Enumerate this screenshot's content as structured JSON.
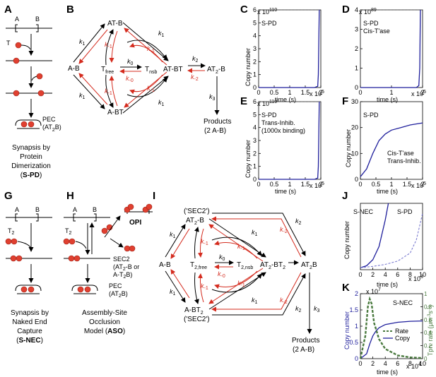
{
  "panels": [
    "A",
    "B",
    "C",
    "D",
    "E",
    "F",
    "G",
    "H",
    "I",
    "J",
    "K"
  ],
  "panelA": {
    "site_a": "A",
    "site_b": "B",
    "t_label": "T",
    "pec": "PEC",
    "pec_sub": "(AT",
    "pec_sub2": "B)",
    "caption1": "Synapsis by",
    "caption2": "Protein",
    "caption3": "Dimerization",
    "caption4_open": "(",
    "caption4_bold": "S-PD",
    "caption4_close": ")"
  },
  "panelB": {
    "nodes": {
      "AB": "A-B",
      "ATB": "AT-B",
      "ABT": "A-BT",
      "Tfree": "T",
      "Tfree_sub": "free",
      "Tnsb": "T",
      "Tnsb_sub": "nsb",
      "ATBT": "AT-BT",
      "AT2B": "AT",
      "AT2B_sub": "2",
      "AT2B_end": "-B",
      "products1": "Products",
      "products2": "(2 A-B)"
    },
    "rates": {
      "k1": "k",
      "k1_sub": "1",
      "km1_sub": "-1",
      "k0_sub": "0",
      "km0_sub": "-0",
      "k2_sub": "2",
      "km2_sub": "-2",
      "k3_sub": "3"
    }
  },
  "panelC": {
    "exp_label": "x 10",
    "exp": "110",
    "inset": "S-PD",
    "yticks": [
      "0",
      "1",
      "2",
      "3",
      "4",
      "5",
      "6"
    ],
    "xticks": [
      "0",
      "0.5",
      "1",
      "1.5",
      "2"
    ],
    "xlabel": "time (s)",
    "ylabel": "Copy number",
    "xexp": "x 10",
    "xexp_sup": "5"
  },
  "panelD": {
    "exp_label": "x 10",
    "exp": "89",
    "inset1": "S-PD",
    "inset2": "Cis-T'ase",
    "yticks": [
      "0",
      "1",
      "2",
      "3",
      "4"
    ],
    "xticks": [
      "0",
      "1",
      "2"
    ],
    "xlabel": "time (s)",
    "xexp": "x 10",
    "xexp_sup": "5"
  },
  "panelE": {
    "exp_label": "x 10",
    "exp": "110",
    "inset1": "S-PD",
    "inset2": "Trans-Inhib.",
    "inset3": "(1000x binding)",
    "yticks": [
      "0",
      "1",
      "2",
      "3",
      "4",
      "5",
      "6"
    ],
    "xticks": [
      "0",
      "0.5",
      "1",
      "1.5",
      "2"
    ],
    "xlabel": "time (s)",
    "ylabel": "Copy number",
    "xexp": "x 10",
    "xexp_sup": "5"
  },
  "panelF": {
    "inset1": "S-PD",
    "inset2": "Cis-T'ase",
    "inset3": "Trans-Inhib.",
    "yticks": [
      "0",
      "10",
      "20",
      "30"
    ],
    "xticks": [
      "0",
      "0.5",
      "1",
      "1.5",
      "2"
    ],
    "xlabel": "time (s)",
    "ylabel": "Copy number",
    "xexp": "x 10",
    "xexp_sup": "5"
  },
  "panelG": {
    "site_a": "A",
    "site_b": "B",
    "t_label": "T",
    "t_sub": "2",
    "caption1": "Synapsis by",
    "caption2": "Naked End",
    "caption3": "Capture",
    "caption4_open": "(",
    "caption4_bold": "S-NEC",
    "caption4_close": ")"
  },
  "panelH": {
    "site_a": "A",
    "site_b": "B",
    "t_label": "T",
    "t_sub": "2",
    "opi": "OPI",
    "sec2": "SEC2",
    "sec2_b1": "(AT",
    "sec2_b1_sub": "2",
    "sec2_b1_end": "-B or",
    "sec2_b2": "A-T",
    "sec2_b2_sub": "2",
    "sec2_b2_end": "B)",
    "pec": "PEC",
    "pec_b": "(AT",
    "pec_b_sub": "2",
    "pec_b_end": "B)",
    "caption1": "Assembly-Site",
    "caption2": "Occlusion",
    "caption3_open": "Model (",
    "caption3_bold": "ASO",
    "caption3_close": ")"
  },
  "panelI": {
    "sec2_top": "('SEC2')",
    "at2b": "AT",
    "at2b_sub": "2",
    "at2b_end": "-B",
    "ab": "A-B",
    "t2free": "T",
    "t2free_sub": "2,free",
    "t2nsb": "T",
    "t2nsb_sub": "2,nsb",
    "at2bt2": "AT",
    "at2bt2_sub": "2",
    "at2bt2_mid": "-BT",
    "at2bt2_sub2": "2",
    "at2b_right": "AT",
    "at2b_right_sub": "2",
    "at2b_right_end": "B",
    "abt2": "A-BT",
    "abt2_sub": "2",
    "sec2_bottom": "('SEC2')",
    "products1": "Products",
    "products2": "(2 A-B)"
  },
  "panelJ": {
    "series1": "S-NEC",
    "series2": "S-PD",
    "xticks": [
      "0",
      "2",
      "4",
      "6",
      "8",
      "10"
    ],
    "xlabel": "time (s)",
    "ylabel": "Copy number",
    "xexp": "x 10",
    "xexp_sup": "3"
  },
  "panelK": {
    "yexp": "x 10",
    "yexp_sup": "7",
    "inset": "S-NEC",
    "yticks_left": [
      "0",
      "0.5",
      "1",
      "1.5",
      "2"
    ],
    "yticks_right": [
      "0",
      "0.2",
      "0.4",
      "0.6",
      "0.8",
      "1"
    ],
    "xticks": [
      "0",
      "2",
      "4",
      "6",
      "8",
      "10"
    ],
    "xlabel": "time (s)",
    "xexp": "x 10",
    "xexp_sup": "4",
    "ylabel_left": "Copy number",
    "ylabel_right": "Tpn. rate (μm",
    "ylabel_right_sup": "-3",
    "ylabel_right_mid": "s",
    "ylabel_right_sup2": "-1",
    "ylabel_right_end": ")",
    "legend_rate": "Rate",
    "legend_copy": "Copy"
  },
  "colors": {
    "red": "#d42b1e",
    "blue": "#1f1f9c",
    "green": "#4a7a3f",
    "dot": "#e04030"
  },
  "chart_data": [
    {
      "panel": "C",
      "type": "line",
      "x_range": [
        0,
        200000
      ],
      "ylim": [
        0,
        6e+110
      ],
      "x": [
        0,
        180000,
        190000,
        192000,
        195000
      ],
      "y": [
        0,
        0,
        1e+109,
        1e+110,
        6e+110
      ]
    },
    {
      "panel": "D",
      "type": "line",
      "x_range": [
        0,
        200000
      ],
      "ylim": [
        0,
        4e+89
      ],
      "x": [
        0,
        180000,
        188000,
        191000,
        193000
      ],
      "y": [
        0,
        0,
        1e+88,
        1e+89,
        4e+89
      ]
    },
    {
      "panel": "E",
      "type": "line",
      "x_range": [
        0,
        200000
      ],
      "ylim": [
        0,
        6e+110
      ],
      "x": [
        0,
        180000,
        190000,
        192000,
        195000
      ],
      "y": [
        0,
        0,
        1e+109,
        1e+110,
        6e+110
      ]
    },
    {
      "panel": "F",
      "type": "line",
      "x_range": [
        0,
        200000
      ],
      "ylim": [
        0,
        30
      ],
      "x": [
        0,
        20000,
        40000,
        60000,
        80000,
        100000,
        130000,
        160000,
        200000
      ],
      "y": [
        1,
        4,
        10,
        15,
        17.5,
        19,
        20,
        21,
        21.8
      ]
    },
    {
      "panel": "J",
      "type": "line",
      "x_range": [
        0,
        10000
      ],
      "series": [
        {
          "name": "S-NEC",
          "style": "solid",
          "x": [
            0,
            1000,
            2000,
            3000,
            4000,
            4500
          ],
          "y": [
            0.03,
            0.06,
            0.15,
            0.35,
            0.75,
            1.0
          ]
        },
        {
          "name": "S-PD",
          "style": "dashed",
          "x": [
            0,
            2000,
            4000,
            6000,
            8000,
            9000,
            10000
          ],
          "y": [
            0.03,
            0.05,
            0.08,
            0.13,
            0.25,
            0.45,
            0.85
          ]
        }
      ]
    },
    {
      "panel": "K",
      "type": "line",
      "x_range": [
        0,
        100000
      ],
      "series": [
        {
          "name": "Copy",
          "style": "solid",
          "axis": "left",
          "ylim": [
            0,
            20000000.0
          ],
          "x": [
            0,
            10000,
            15000,
            20000,
            25000,
            30000,
            40000,
            60000,
            80000,
            100000
          ],
          "y": [
            0,
            1500000.0,
            4500000.0,
            7000000.0,
            8500000.0,
            9500000.0,
            10500000.0,
            11200000.0,
            11500000.0,
            11600000.0
          ]
        },
        {
          "name": "Rate",
          "style": "dashed",
          "axis": "right",
          "ylim": [
            0,
            1
          ],
          "x": [
            0,
            8000,
            12000,
            15000,
            18000,
            22000,
            30000,
            40000,
            60000,
            80000,
            100000
          ],
          "y": [
            0,
            0.35,
            0.8,
            0.92,
            0.85,
            0.55,
            0.3,
            0.15,
            0.05,
            0.02,
            0.01
          ]
        }
      ]
    }
  ]
}
